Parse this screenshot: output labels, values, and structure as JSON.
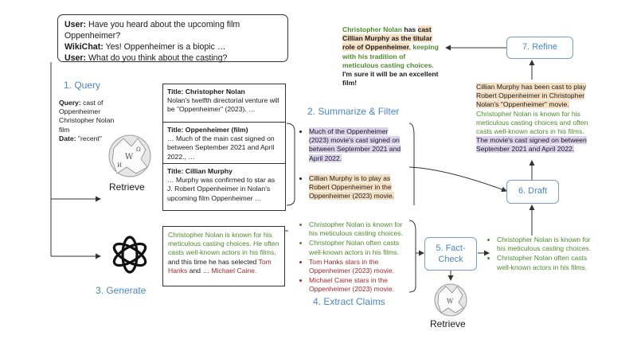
{
  "dialogue": [
    {
      "speaker": "User:",
      "text": " Have you heard about the upcoming film Oppenheimer?"
    },
    {
      "speaker": "WikiChat:",
      "text": " Yes! Oppenheimer is a biopic …"
    },
    {
      "speaker": "User:",
      "text": " What do you think about the casting?"
    }
  ],
  "steps": {
    "query": "1. Query",
    "summarize": "2. Summarize & Filter",
    "generate": "3. Generate",
    "extract": "4. Extract Claims",
    "factcheck": "5. Fact-\nCheck",
    "draft": "6. Draft",
    "refine": "7. Refine"
  },
  "query": {
    "label": "Query:",
    "text": " cast of Oppenheimer Christopher Nolan film",
    "date_label": "Date:",
    "date_text": " \"recent\""
  },
  "retrieve_label": "Retrieve",
  "retrieve_label_2": "Retrieve",
  "passages": [
    {
      "title": "Title: Christopher Nolan",
      "body": "Nolan's twelfth directorial venture will be \"Oppenheimer\" (2023). …"
    },
    {
      "title": "Title: Oppenheimer (film)",
      "body": "… Much of the main cast signed on between September 2021 and April 2022., …"
    },
    {
      "title": "Title: Cillian Murphy",
      "body": "… Murphy was confirmed to star as J. Robert Oppenheimer in Nolan's upcoming film Oppenheimer …"
    }
  ],
  "summaries": [
    {
      "text": "Much of the Oppenheimer (2023) movie's cast signed on between September 2021 and April 2022.",
      "color": "purple"
    },
    {
      "text": "Cillian Murphy is to play as Robert Oppenheimer in the Oppenheimer (2023) movie.",
      "color": "orange"
    }
  ],
  "generation": {
    "green": "Christopher Nolan is known for his meticulous casting choices. He often casts well-known actors in his films,",
    "dark1": " and this time he has selected ",
    "red1": "Tom Hanks",
    "dark2": " and … ",
    "red2": "Michael Caine."
  },
  "claims": [
    {
      "text": "Christopher Nolan is known for his meticulous casting choices.",
      "verdict": "green"
    },
    {
      "text": "Christopher Nolan often casts well-known actors in his films.",
      "verdict": "green"
    },
    {
      "text": "Tom Hanks stars in the Oppenheimer (2023) movie.",
      "verdict": "red"
    },
    {
      "text": "Michael Caine stars in the Oppenheimer (2023) movie.",
      "verdict": "red"
    }
  ],
  "verified": [
    "Christopher Nolan is known for his meticulous casting choices.",
    "Christopher Nolan often casts well-known actors in his films."
  ],
  "draft": {
    "orange": "Cillian Murphy has been cast to play Robert Oppenheimer in Christopher Nolan's \"Oppenheimer\" movie.",
    "green": "Christopher Nolan is known for his meticulous casting choices and often casts well-known actors in his films.",
    "purple": "The movie's cast signed on between September 2021 and April 2022."
  },
  "refined": {
    "g1": "Christopher Nolan",
    "d1": " has ",
    "o1": "cast Cillian Murphy as the titular role of Oppenheimer",
    "g2": ", keeping with his tradition of meticulous casting choices.",
    "d2": " I'm sure it will be an excellent film!"
  },
  "colors": {
    "green": "#4e8a2e",
    "red": "#a3282a",
    "blue": "#4a86c5",
    "orange_hl": "#f6dfc3",
    "purple_hl": "#dcd3ee"
  },
  "icons": {
    "wikipedia": "wikipedia-globe-icon",
    "llm": "openai-knot-icon"
  }
}
